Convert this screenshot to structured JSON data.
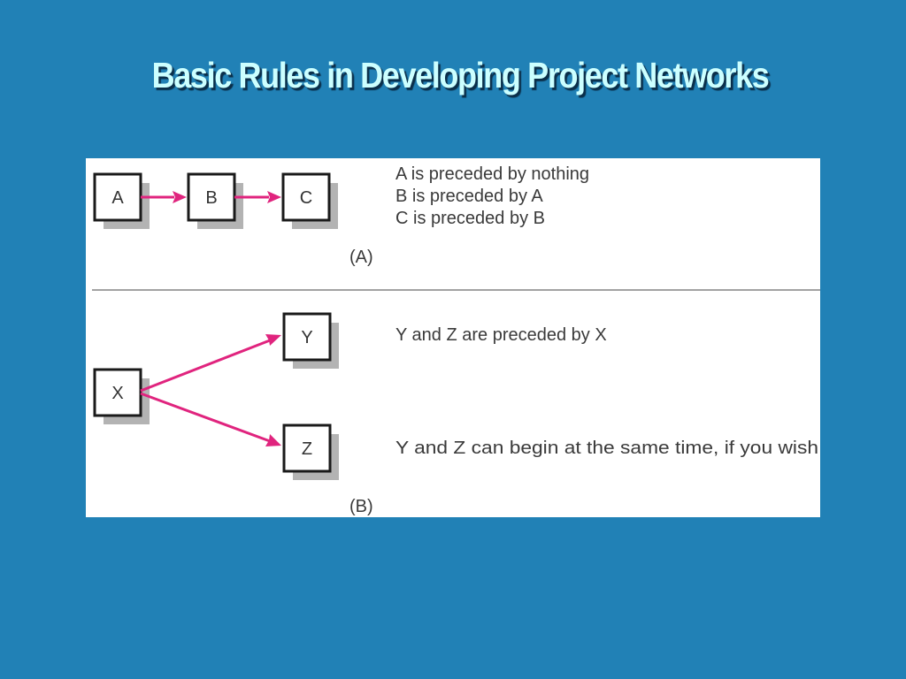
{
  "slide": {
    "title": "Basic Rules in Developing Project Networks",
    "background_color": "#2181b6",
    "title_color": "#ccffff",
    "arrow_color": "#e0247e"
  },
  "figure": {
    "part_a": {
      "caption": "(A)",
      "nodes": [
        "A",
        "B",
        "C"
      ],
      "rules": [
        "A is preceded by nothing",
        "B is preceded by A",
        "C is preceded by B"
      ]
    },
    "part_b": {
      "caption": "(B)",
      "nodes": [
        "X",
        "Y",
        "Z"
      ],
      "rules": [
        "Y and Z are preceded by X",
        "Y and Z can begin at the same time, if you wish"
      ]
    }
  }
}
